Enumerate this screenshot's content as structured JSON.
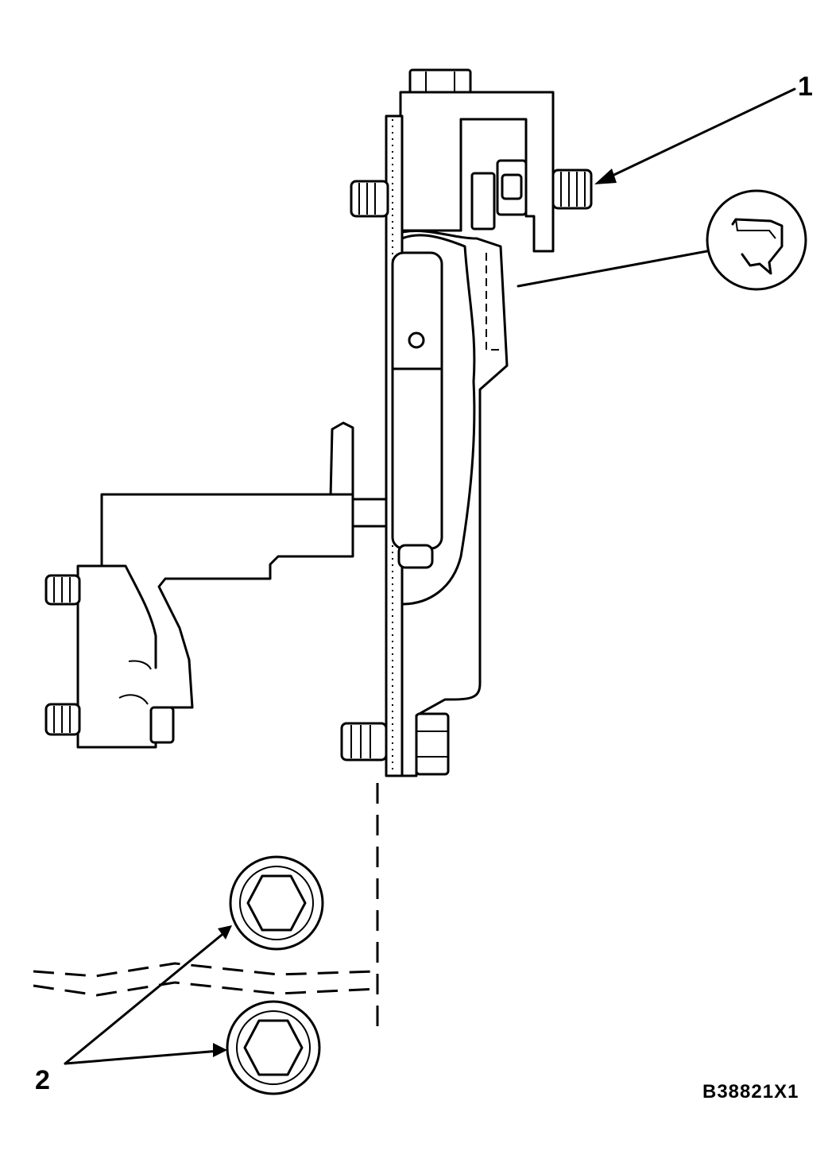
{
  "callouts": {
    "part_1": "1",
    "part_2": "2"
  },
  "figure_id": "B38821X1",
  "icons": [
    "seal-icon",
    "hex-plug-icon"
  ]
}
